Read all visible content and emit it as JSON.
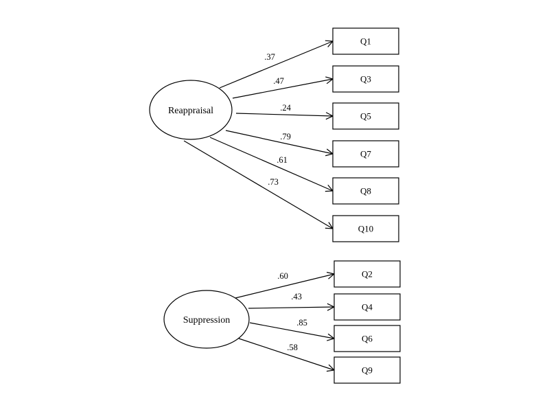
{
  "diagram": {
    "factors": [
      {
        "name": "Reappraisal",
        "paths": [
          {
            "indicator": "Q1",
            "loading": ".37"
          },
          {
            "indicator": "Q3",
            "loading": ".47"
          },
          {
            "indicator": "Q5",
            "loading": ".24"
          },
          {
            "indicator": "Q7",
            "loading": ".79"
          },
          {
            "indicator": "Q8",
            "loading": ".61"
          },
          {
            "indicator": "Q10",
            "loading": ".73"
          }
        ]
      },
      {
        "name": "Suppression",
        "paths": [
          {
            "indicator": "Q2",
            "loading": ".60"
          },
          {
            "indicator": "Q4",
            "loading": ".43"
          },
          {
            "indicator": "Q6",
            "loading": ".85"
          },
          {
            "indicator": "Q9",
            "loading": ".58"
          }
        ]
      }
    ],
    "colors": {
      "stroke": "#000000",
      "fill": "#ffffff"
    }
  }
}
